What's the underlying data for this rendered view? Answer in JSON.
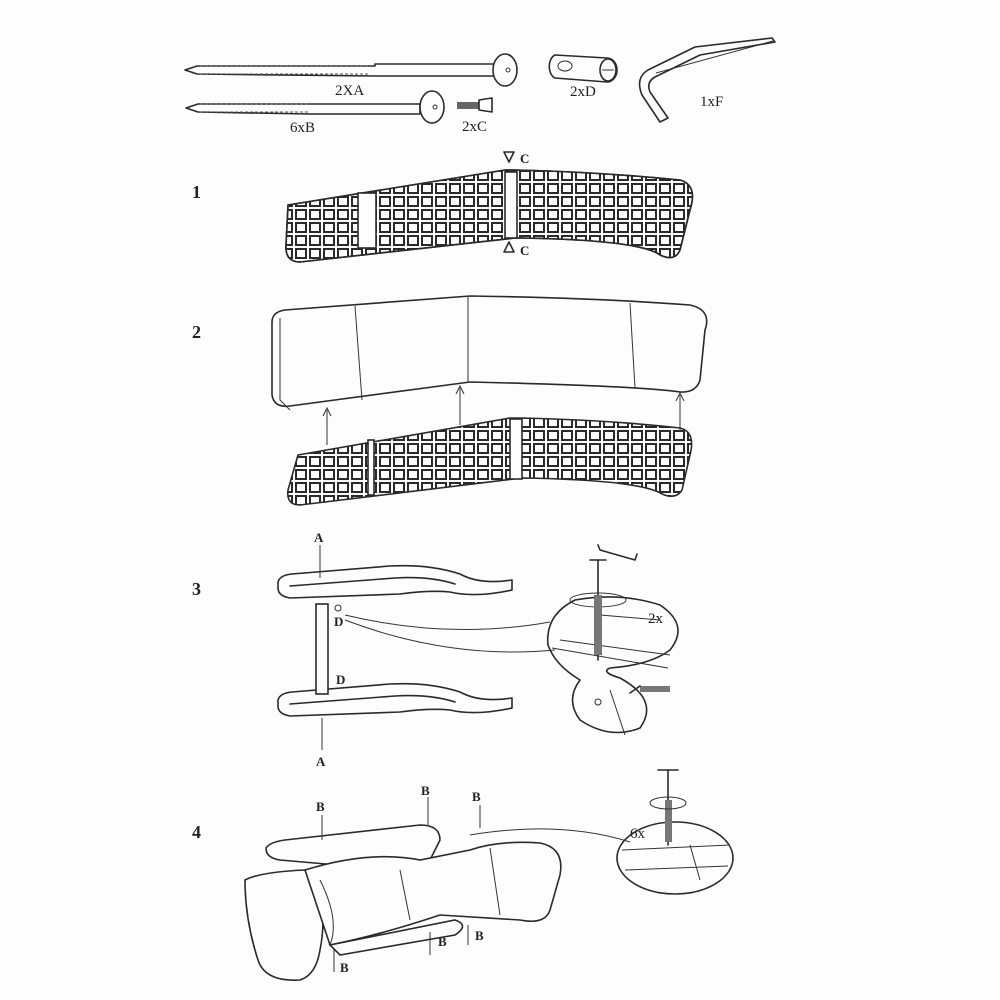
{
  "parts": {
    "a": "2XA",
    "b": "6xB",
    "c": "2xC",
    "d": "2xD",
    "f": "1xF"
  },
  "steps": [
    "1",
    "2",
    "3",
    "4"
  ],
  "step1": {
    "c_top": "C",
    "c_bottom": "C"
  },
  "step3": {
    "a_top": "A",
    "a_bottom": "A",
    "d_top": "D",
    "d_bottom": "D",
    "qty": "2x"
  },
  "step4": {
    "b1": "B",
    "b2": "B",
    "b3": "B",
    "b4": "B",
    "b5": "B",
    "b6": "B",
    "qty": "6x"
  },
  "colors": {
    "ink": "#2a2a2a",
    "paper": "#fdfdfb"
  }
}
